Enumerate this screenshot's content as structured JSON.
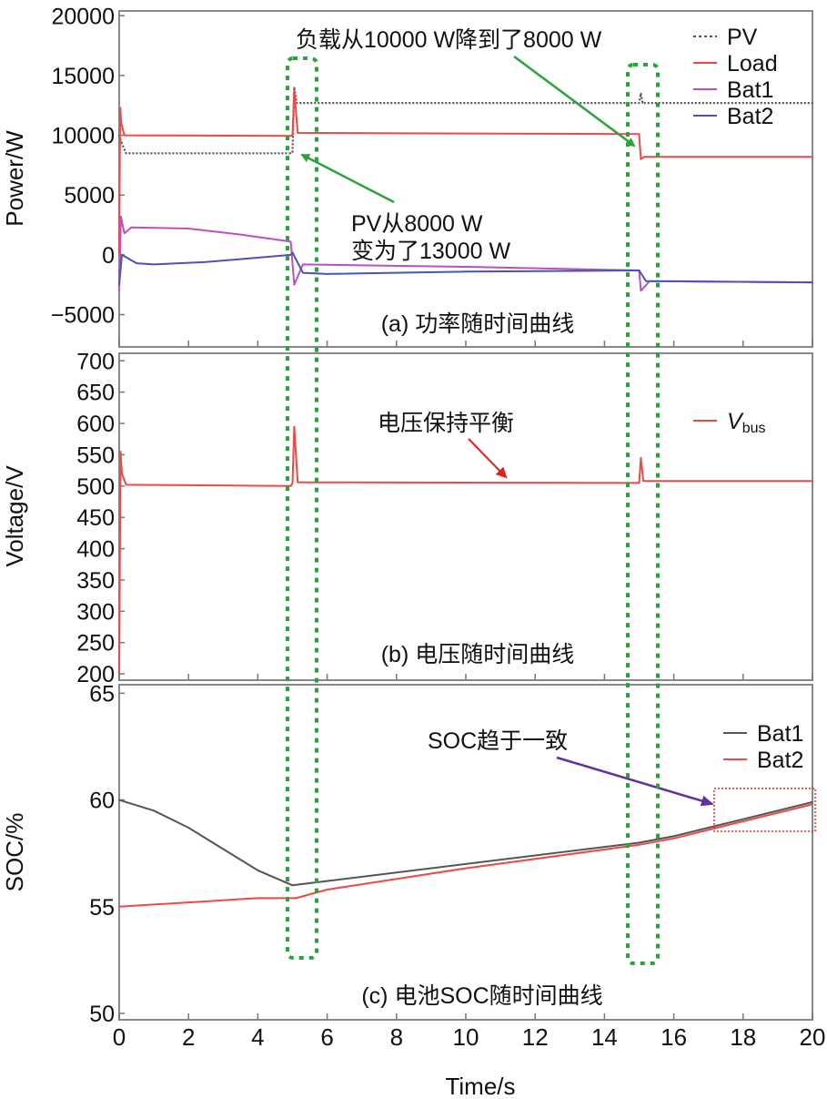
{
  "chart_data": [
    {
      "type": "line",
      "title": "(a) 功率随时间曲线",
      "xlabel": "Time/s",
      "ylabel": "Power/W",
      "xlim": [
        0,
        20
      ],
      "ylim": [
        -7700,
        20400
      ],
      "yticks": [
        20000,
        15000,
        10000,
        5000,
        0,
        -5000
      ],
      "ytick_labels": [
        "20000",
        "15000",
        "10000",
        "5000",
        "0",
        "−5000"
      ],
      "legend_position": "top-right",
      "series": [
        {
          "name": "PV",
          "color": "#555555",
          "dash": true,
          "x": [
            0,
            0.05,
            0.2,
            4.95,
            5.0,
            5.05,
            5.12,
            15.0,
            15.05,
            15.1,
            20
          ],
          "y": [
            10000,
            9500,
            8500,
            8500,
            8600,
            14000,
            12700,
            12700,
            13500,
            12700,
            12700
          ]
        },
        {
          "name": "Load",
          "color": "#f04848",
          "x": [
            0,
            0.03,
            0.06,
            0.15,
            4.95,
            5.0,
            5.05,
            5.15,
            15.0,
            15.05,
            15.15,
            20
          ],
          "y": [
            0,
            12300,
            11000,
            10000,
            9950,
            10000,
            13800,
            10200,
            10100,
            8000,
            8200,
            8200
          ]
        },
        {
          "name": "Bat1",
          "color": "#c050c0",
          "x": [
            0,
            0.05,
            0.15,
            0.35,
            2,
            3.5,
            4.95,
            5.05,
            5.3,
            10,
            15.0,
            15.05,
            15.3,
            20
          ],
          "y": [
            -3000,
            3200,
            1800,
            2300,
            2200,
            1700,
            1100,
            -2500,
            -800,
            -1000,
            -1300,
            -3000,
            -2200,
            -2300
          ]
        },
        {
          "name": "Bat2",
          "color": "#5050b8",
          "x": [
            0,
            0.08,
            0.5,
            1,
            2.5,
            4.95,
            5.0,
            5.3,
            6,
            10,
            15.0,
            15.2,
            20
          ],
          "y": [
            -2500,
            0,
            -700,
            -800,
            -600,
            0,
            200,
            -1500,
            -1600,
            -1400,
            -1300,
            -2200,
            -2300
          ]
        }
      ],
      "annotations": [
        "负载从10000 W降到了8000 W",
        "PV从8000 W",
        "变为了13000 W"
      ]
    },
    {
      "type": "line",
      "title": "(b) 电压随时间曲线",
      "xlabel": "Time/s",
      "ylabel": "Voltage/V",
      "xlim": [
        0,
        20
      ],
      "ylim": [
        190,
        712
      ],
      "yticks": [
        700,
        650,
        600,
        550,
        500,
        450,
        400,
        350,
        300,
        250,
        200
      ],
      "ytick_labels": [
        "700",
        "650",
        "600",
        "550",
        "500",
        "450",
        "400",
        "350",
        "300",
        "250",
        "200"
      ],
      "legend_position": "top-right",
      "series": [
        {
          "name": "V",
          "name_sub": "bus",
          "color": "#f04848",
          "x": [
            0,
            0.04,
            0.08,
            0.2,
            4.95,
            5.0,
            5.05,
            5.15,
            15.0,
            15.05,
            15.12,
            20
          ],
          "y": [
            200,
            555,
            520,
            502,
            500,
            505,
            595,
            506,
            505,
            545,
            508,
            508
          ]
        }
      ],
      "annotations": [
        "电压保持平衡"
      ]
    },
    {
      "type": "line",
      "title": "(c) 电池SOC随时间曲线",
      "xlabel": "Time/s",
      "ylabel": "SOC/%",
      "xlim": [
        0,
        20
      ],
      "ylim": [
        49.7,
        65.4
      ],
      "yticks": [
        65,
        60,
        55,
        50
      ],
      "ytick_labels": [
        "65",
        "60",
        "55",
        "50"
      ],
      "xticks": [
        0,
        2,
        4,
        6,
        8,
        10,
        12,
        14,
        16,
        18,
        20
      ],
      "xtick_labels": [
        "0",
        "2",
        "4",
        "6",
        "8",
        "10",
        "12",
        "14",
        "16",
        "18",
        "20"
      ],
      "legend_position": "top-right",
      "series": [
        {
          "name": "Bat1",
          "color": "#555555",
          "x": [
            0,
            1,
            2,
            3,
            4,
            5,
            6,
            10,
            15,
            16,
            17,
            18,
            20
          ],
          "y": [
            60,
            59.5,
            58.7,
            57.7,
            56.7,
            56.0,
            56.2,
            57.0,
            58.0,
            58.3,
            58.7,
            59.1,
            59.9
          ]
        },
        {
          "name": "Bat2",
          "color": "#f04848",
          "x": [
            0,
            1,
            2,
            3,
            4,
            5.1,
            6,
            10,
            15,
            16,
            17,
            18,
            20
          ],
          "y": [
            55.0,
            55.1,
            55.2,
            55.3,
            55.4,
            55.4,
            55.8,
            56.8,
            57.9,
            58.2,
            58.6,
            59.0,
            59.8
          ]
        }
      ],
      "annotations": [
        "SOC趋于一致"
      ]
    }
  ]
}
